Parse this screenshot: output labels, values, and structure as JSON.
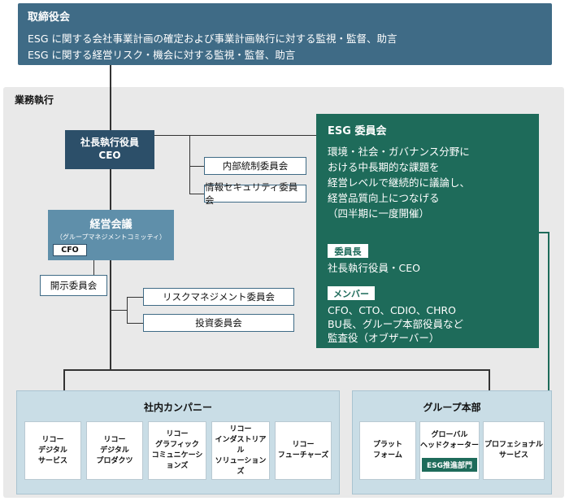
{
  "board": {
    "title": "取締役会",
    "line1": "ESG に関する会社事業計画の確定および事業計画執行に対する監視・監督、助言",
    "line2": "ESG に関する経営リスク・機会に対する監視・監督、助言"
  },
  "exec_label": "業務執行",
  "ceo": {
    "line1": "社長執行役員",
    "line2": "CEO"
  },
  "committees_ceo": [
    "内部統制委員会",
    "情報セキュリティ委員会"
  ],
  "mgmt_meeting": {
    "title": "経営会議",
    "subtitle": "（グループマネジメントコミッティ）",
    "cfo": "CFO"
  },
  "disclosure": "開示委員会",
  "committees_mgmt": [
    "リスクマネジメント委員会",
    "投資委員会"
  ],
  "esg_committee": {
    "title": "ESG 委員会",
    "desc": [
      "環境・社会・ガバナンス分野に",
      "おける中長期的な課題を",
      "経営レベルで継続的に議論し、",
      "経営品質向上につなげる",
      "（四半期に一度開催）"
    ],
    "chair_label": "委員長",
    "chair": "社長執行役員・CEO",
    "members_label": "メンバー",
    "members": [
      "CFO、CTO、CDIO、CHRO",
      "BU長、グループ本部役員など",
      "監査役（オブザーバー）"
    ]
  },
  "internal_companies": {
    "title": "社内カンパニー",
    "units": [
      "リコー\nデジタル\nサービス",
      "リコー\nデジタル\nプロダクツ",
      "リコー\nグラフィック\nコミュニケーションズ",
      "リコー\nインダストリアル\nソリューションズ",
      "リコー\nフューチャーズ"
    ]
  },
  "group_hq": {
    "title": "グループ本部",
    "units": [
      "プラット\nフォーム",
      "グローバル\nヘッドクォーター",
      "プロフェショナル\nサービス"
    ],
    "esg_dept": "ESG推進部門"
  },
  "colors": {
    "board": "#3f6b86",
    "ceo": "#2c4f69",
    "mgmt": "#5f8faa",
    "esg": "#1e6b5a",
    "panel": "#c9dde6"
  }
}
